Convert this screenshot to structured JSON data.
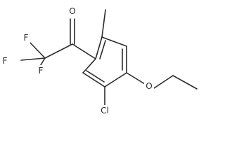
{
  "structure": {
    "atoms": {
      "oxygen_carbonyl": "O",
      "fluorine_1": "F",
      "fluorine_2": "F",
      "fluorine_3": "F",
      "oxygen_ether": "O",
      "chlorine": "Cl"
    }
  }
}
